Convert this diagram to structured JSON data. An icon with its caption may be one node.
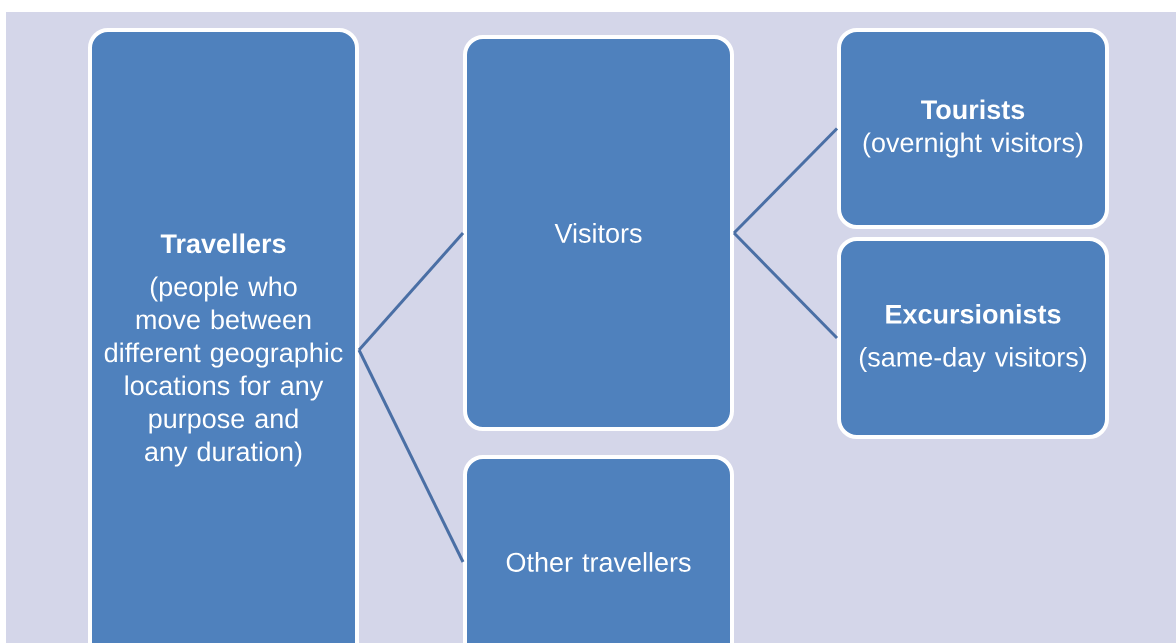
{
  "diagram": {
    "nodes": [
      {
        "text": [
          "Travellers",
          "(people who move between different geographic locations for any purpose and any duration)"
        ]
      },
      {
        "text": [
          "Visitors"
        ]
      },
      {
        "text": [
          "Other travellers"
        ]
      },
      {
        "text": [
          "**Tourists** (overnight visitors)"
        ]
      },
      {
        "text": [
          "Excursionists",
          "(same-day visitors)"
        ]
      }
    ],
    "edges": [
      {
        "from": 0,
        "to": 1,
        "arrow": "none"
      },
      {
        "from": 0,
        "to": 2,
        "arrow": "none"
      },
      {
        "from": 1,
        "to": 3,
        "arrow": "none"
      },
      {
        "from": 1,
        "to": 4,
        "arrow": "none"
      }
    ]
  }
}
